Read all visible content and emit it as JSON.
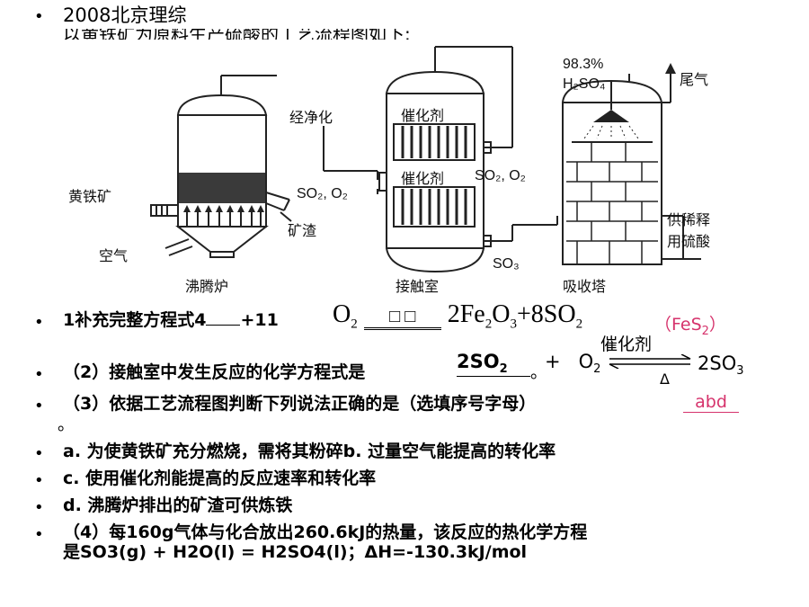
{
  "heading": {
    "source": "2008北京理综",
    "subtitle": "以黄铁矿为原料生产硫酸的工艺流程图如下:"
  },
  "diagram": {
    "furnace": {
      "label_out_top": "经净化",
      "label_gas_out": "SO₂, O₂",
      "label_feed": "黄铁矿",
      "label_slag": "矿渣",
      "label_air": "空气",
      "name": "沸腾炉"
    },
    "converter": {
      "catalyst_top": "催化剂",
      "catalyst_mid": "催化剂",
      "label_side": "SO₂, O₂",
      "label_out": "SO₃",
      "name": "接触室"
    },
    "absorber": {
      "acid_pct": "98.3%",
      "acid_formula": "H₂SO₄",
      "label_tail_gas": "尾气",
      "label_side_1": "供稀释",
      "label_side_2": "用硫酸",
      "name": "吸收塔"
    }
  },
  "questions": {
    "q1": {
      "text": "1补充完整方程式4",
      "blank_suffix": "+11",
      "o2": "O",
      "o2_sub": "2",
      "squares": "□ □",
      "products": "2Fe",
      "products_sub1": "2",
      "products_mid": "O",
      "products_sub2": "3",
      "products_tail": "+8SO",
      "products_sub3": "2",
      "answer": "（FeS",
      "answer_sub": "2",
      "answer_close": "）"
    },
    "q2": {
      "text": "（2）接触室中发生反应的化学方程式是",
      "answer_left": "2SO",
      "answer_left_sub": "2",
      "period": "。",
      "plus": "+",
      "o2": "O",
      "o2_sub": "2",
      "catalyst": "催化剂",
      "delta": "Δ",
      "product": "2SO",
      "product_sub": "3"
    },
    "q3": {
      "text": "（3）依据工艺流程图判断下列说法正确的是（选填序号字母）",
      "answer": "abd",
      "period": "。"
    },
    "options": [
      "a. 为使黄铁矿充分燃烧，需将其粉碎b. 过量空气能提高的转化率",
      "c. 使用催化剂能提高的反应速率和转化率",
      "d. 沸腾炉排出的矿渣可供炼铁"
    ],
    "q4": {
      "line1": "（4）每160g气体与化合放出260.6kJ的热量，该反应的热化学方程",
      "line2": "是SO3(g) + H2O(l) = H2SO4(l)；ΔH=-130.3kJ/mol"
    }
  },
  "colors": {
    "answer_accent": "#d6336c"
  }
}
